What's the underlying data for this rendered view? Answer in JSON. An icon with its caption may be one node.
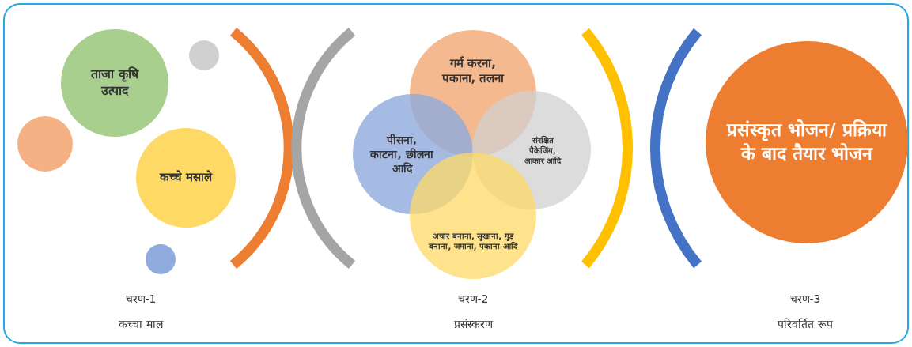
{
  "diagram": {
    "nodes": [
      {
        "text": [
          "ताजा कृषि उत्पाद"
        ]
      },
      {
        "text": [],
        "shape": "circle"
      },
      {
        "text": [],
        "shape": "circle"
      },
      {
        "text": [
          "कच्चे मसाले"
        ]
      },
      {
        "text": [],
        "shape": "circle"
      },
      {
        "text": [
          "गर्म करना, पकाना, तलना"
        ]
      },
      {
        "text": [
          "पीसना, काटना, छीलना आदि"
        ]
      },
      {
        "text": [
          "संरक्षित पैकेजिंग, आकार आदि"
        ]
      },
      {
        "text": [
          "अचार बनाना, सुखाना, गुड़ बनाना, जमाना, पकाना आदि"
        ]
      },
      {
        "text": [
          "प्रसंस्कृत भोजन/ प्रक्रिया के बाद तैयार भोजन"
        ]
      }
    ],
    "labels": [
      "चरण-1",
      "चरण-2",
      "चरण-3",
      "कच्चा माल",
      "प्रसंस्करण",
      "परिवर्तित रूप"
    ]
  }
}
